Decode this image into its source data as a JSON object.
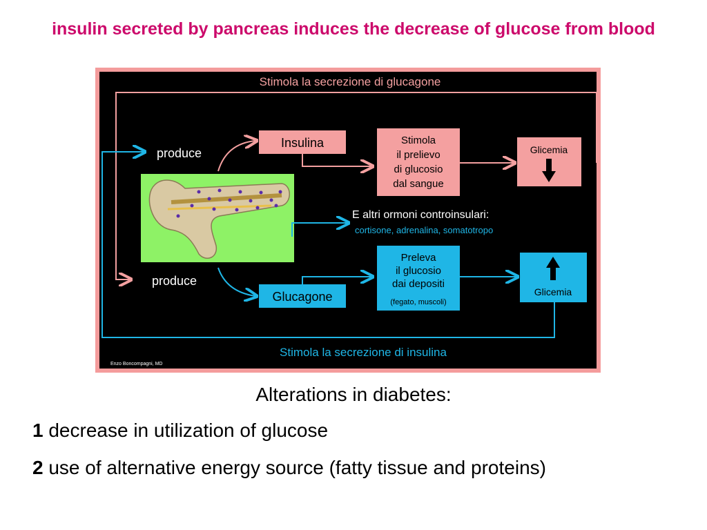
{
  "title": "insulin secreted by pancreas induces the decrease of glucose from blood",
  "diagram": {
    "top_banner": "Stimola la secrezione di glucagone",
    "bottom_banner": "Stimola la secrezione di insulina",
    "produce_top": "produce",
    "produce_bottom": "produce",
    "insulina": "Insulina",
    "glucagone": "Glucagone",
    "stimola_lines": [
      "Stimola",
      "il prelievo",
      "di glucosio",
      "dal sangue"
    ],
    "preleva_lines": [
      "Preleva",
      "il glucosio",
      "dai depositi"
    ],
    "preleva_note": "(fegato, muscoli)",
    "glicemia_top": "Glicemia",
    "glicemia_bottom": "Glicemia",
    "other_hormones_title": "E altri ormoni controinsulari:",
    "other_hormones_list": "cortisone, adrenalina, somatotropo",
    "credit": "Enzo Boncompagni, MD"
  },
  "caption": "Alterations  in  diabetes:",
  "points": [
    {
      "num": "1",
      "text": "decrease in utilization of glucose"
    },
    {
      "num": "2",
      "text": "use of alternative energy source (fatty tissue and proteins)"
    }
  ],
  "colors": {
    "title": "#cc0a6b",
    "frame": "#f49c9c",
    "background": "#000000",
    "pink_box": "#f4a0a0",
    "blue_box": "#1fb6e6",
    "pancreas_bg": "#8ef266"
  }
}
